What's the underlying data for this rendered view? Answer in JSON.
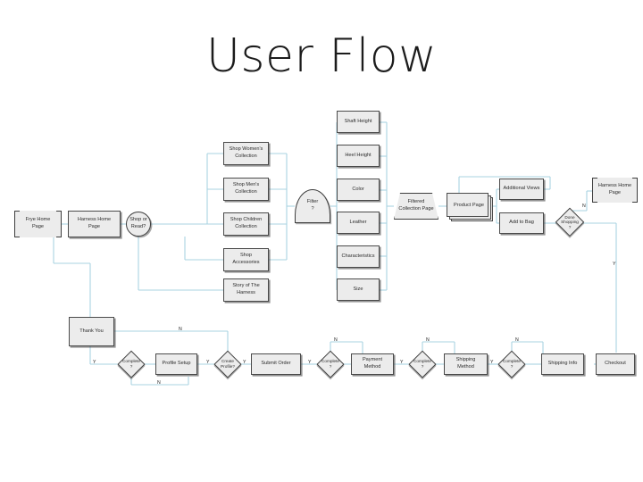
{
  "slide": {
    "title": "User Flow",
    "background_color": "#ffffff",
    "connector_color": "#a9d3e2",
    "node_fill_color": "#ececec",
    "node_border_color": "#3d3d3d"
  },
  "nodes": {
    "frye_home_page": "Frye Home\nPage",
    "harness_home_page": "Harness Home\nPage",
    "shop_or_read": "Shop or\nRead?",
    "shop_womens_collection": "Shop Women's\nCollection",
    "shop_mens_collection": "Shop Men's\nCollection",
    "shop_children_collection": "Shop Children\nCollection",
    "shop_accessories": "Shop\nAccessories",
    "story_of_the_harness": "Story of The\nHarness",
    "filter": "Filter\n?",
    "shaft_height": "Shaft Height",
    "heel_height": "Heel Height",
    "color": "Color",
    "leather": "Leather",
    "characteristics": "Characteristics",
    "size": "Size",
    "filtered_collection_page": "Filtered\nCollection Page",
    "product_page": "Product Page",
    "additional_views": "Additional Views",
    "add_to_bag": "Add to Bag",
    "done_shopping": "Done\nShopping\n?",
    "harness_home_page_return": "Harness Home\nPage",
    "thank_you": "Thank You",
    "complete_1": "Complete\n?",
    "profile_setup": "Profile Setup",
    "create_profile": "Create\nProfile?",
    "submit_order": "Submit Order",
    "complete_2": "Complete\n?",
    "payment_method": "Payment\nMethod",
    "complete_3": "Complete\n?",
    "shipping_method": "Shipping\nMethod",
    "complete_4": "Complete\n?",
    "shipping_info": "Shipping Info",
    "checkout": "Checkout"
  },
  "edge_labels": {
    "done_shopping_n": "N",
    "done_shopping_y": "Y",
    "thank_you_n": "N",
    "thank_you_y": "Y",
    "complete_1_n": "N",
    "profile_setup_y": "Y",
    "create_profile_y": "Y",
    "submit_order_y": "Y",
    "complete_2_n": "N",
    "payment_y": "Y",
    "complete_3_n": "N",
    "shipping_method_y": "Y",
    "complete_4_n": "N"
  }
}
